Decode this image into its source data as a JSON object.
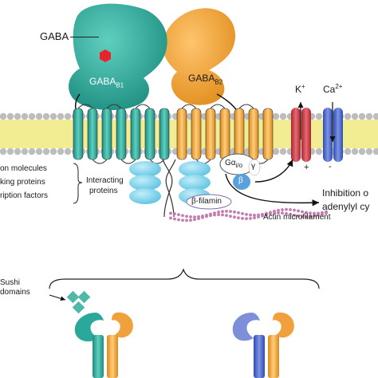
{
  "labels": {
    "gaba": "GABA",
    "gaba_b1_base": "GABA",
    "gaba_b1_sub": "B1",
    "gaba_b2_base": "GABA",
    "gaba_b2_sub": "B2",
    "k_base": "K",
    "k_sup": "+",
    "ca_base": "Ca",
    "ca_sup": "2+",
    "g_alpha_base": "Gα",
    "g_alpha_sub": "i/o",
    "g_beta": "β",
    "g_gamma": "γ",
    "plus_sign": "+",
    "minus_sign": "-",
    "inhibition_line1": "Inhibition o",
    "inhibition_line2": "adenylyl cy",
    "left_list": [
      "on molecules",
      "king proteins",
      "ription factors"
    ],
    "interacting_proteins_line1": "Interacting",
    "interacting_proteins_line2": "proteins",
    "beta_filamin": "β-filamin",
    "actin": "Actin microfilament",
    "sushi_line1": "Sushi",
    "sushi_line2": "domains"
  },
  "colors": {
    "gaba_b1": "#2aa99a",
    "gaba_b2": "#f0a13c",
    "gaba_ligand": "#e8232a",
    "k_channel": "#cf3b44",
    "ca_channel": "#4a66c8",
    "beta_subunit": "#5aa0dc",
    "interacting": "#7fd0ea",
    "actin": "#c47bb0",
    "lipid_head": "#bdbdbd",
    "lipid_tail": "#f2ed93",
    "purple_domain": "#7c8fd8"
  }
}
